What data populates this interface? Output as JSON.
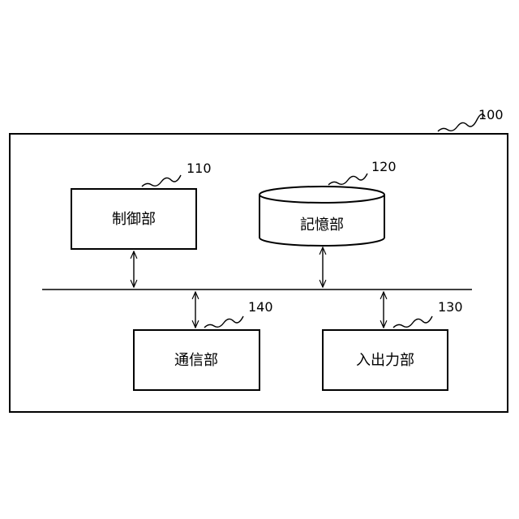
{
  "device": {
    "ref": "100"
  },
  "blocks": {
    "control": {
      "label": "制御部",
      "ref": "110"
    },
    "storage": {
      "label": "記憶部",
      "ref": "120"
    },
    "io": {
      "label": "入出力部",
      "ref": "130"
    },
    "communication": {
      "label": "通信部",
      "ref": "140"
    }
  }
}
